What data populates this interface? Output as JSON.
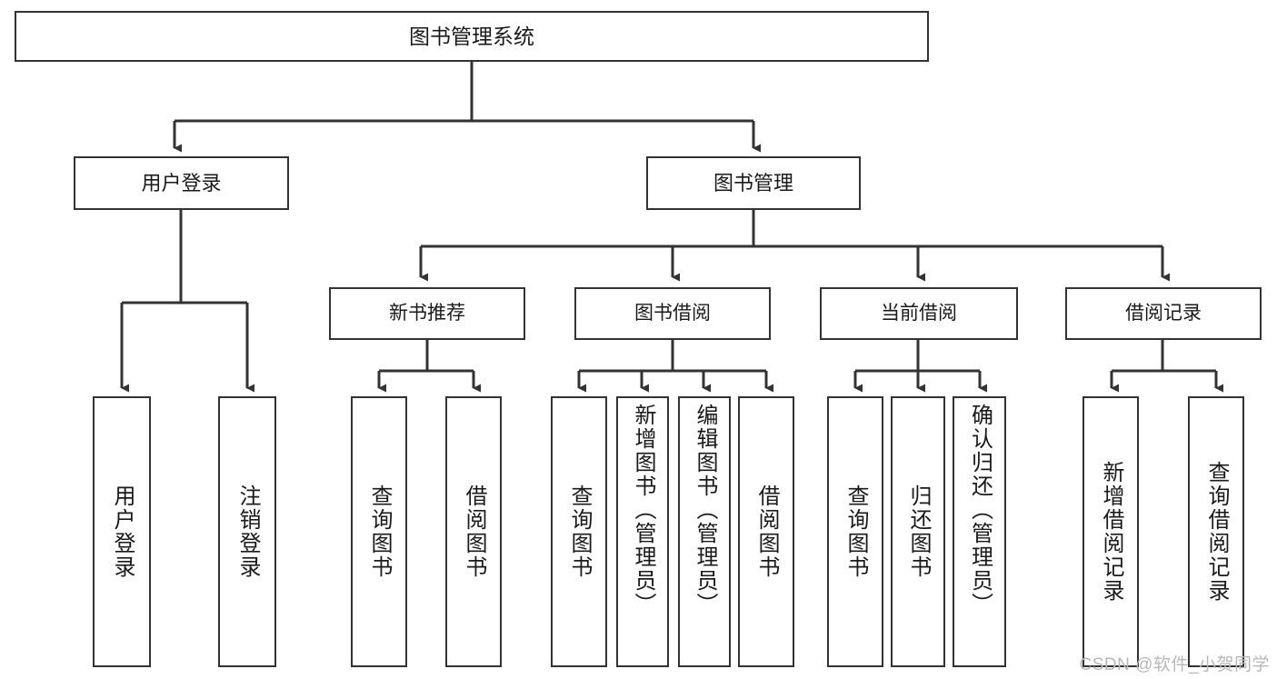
{
  "diagram": {
    "type": "tree-hierarchy",
    "title": "图书管理系统",
    "watermark": "CSDN @软件_小贺同学",
    "colors": {
      "box_border": "#333333",
      "box_fill": "#ffffff",
      "connector": "#333333",
      "text": "#1a1a1a",
      "watermark": "#b8b8b8"
    },
    "root": {
      "label": "图书管理系统"
    },
    "level2": [
      {
        "label": "用户登录"
      },
      {
        "label": "图书管理"
      }
    ],
    "level3": [
      {
        "label": "新书推荐"
      },
      {
        "label": "图书借阅"
      },
      {
        "label": "当前借阅"
      },
      {
        "label": "借阅记录"
      }
    ],
    "leaves": {
      "user_login": [
        {
          "label": "用户登录"
        },
        {
          "label": "注销登录"
        }
      ],
      "new_book_recommend": [
        {
          "label": "查询图书"
        },
        {
          "label": "借阅图书"
        }
      ],
      "book_borrow": [
        {
          "label": "查询图书"
        },
        {
          "label": "新增图书（管理员）"
        },
        {
          "label": "编辑图书（管理员）"
        },
        {
          "label": "借阅图书"
        }
      ],
      "current_borrow": [
        {
          "label": "查询图书"
        },
        {
          "label": "归还图书"
        },
        {
          "label": "确认归还（管理员）"
        }
      ],
      "borrow_record": [
        {
          "label": "新增借阅记录"
        },
        {
          "label": "查询借阅记录"
        }
      ]
    }
  }
}
